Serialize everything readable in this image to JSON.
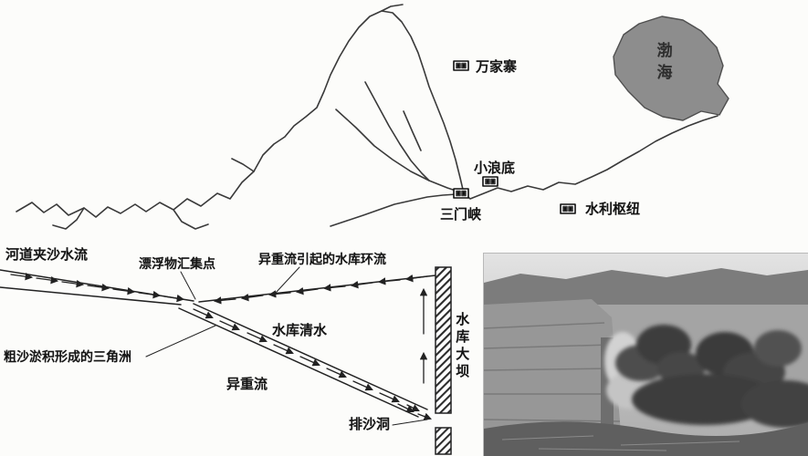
{
  "map": {
    "sea": "渤海",
    "wanjiazhai": "万家寨",
    "xiaolangdi": "小浪底",
    "sanmenxia": "三门峡",
    "legend": "水利枢纽"
  },
  "schematic": {
    "inflow": "河道夹沙水流",
    "plunge": "漂浮物汇集点",
    "circulation": "异重流引起的水库环流",
    "clear_water": "水库清水",
    "delta": "粗沙淤积形成的三角洲",
    "density_current": "异重流",
    "dam": "水库大坝",
    "outlet": "排沙洞"
  }
}
